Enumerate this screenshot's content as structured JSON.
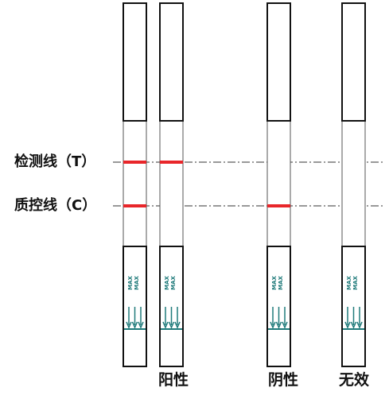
{
  "labels": {
    "test_line": "检测线（T）",
    "control_line": "质控线（C）"
  },
  "results": {
    "positive": "阳性",
    "negative": "阴性",
    "invalid": "无效"
  },
  "max_text": "MAX",
  "colors": {
    "outline": "#111111",
    "band": "#e8262a",
    "max_teal": "#1f7a7a",
    "guide": "#333333"
  },
  "strips": [
    {
      "id": "positive-strip-1",
      "t_line": true,
      "c_line": true
    },
    {
      "id": "positive-strip-2",
      "t_line": true,
      "c_line": false
    },
    {
      "id": "negative-strip",
      "t_line": false,
      "c_line": true
    },
    {
      "id": "invalid-strip",
      "t_line": false,
      "c_line": false
    }
  ]
}
